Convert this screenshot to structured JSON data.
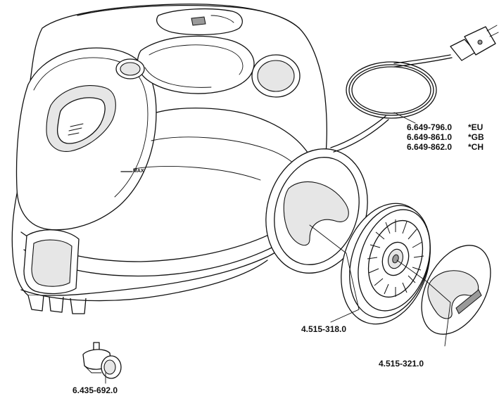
{
  "labels": {
    "power_cord_part": "6.649-796.0",
    "power_cord_region": "*EU",
    "power_cord_part_gb": "6.649-861.0",
    "power_cord_region_gb": "*GB",
    "power_cord_part_ch": "6.649-862.0",
    "power_cord_region_ch": "*CH",
    "wheel_part": "4.515-318.0",
    "hubcap_part": "4.515-321.0",
    "caster_part": "6.435-692.0",
    "max_mark": "MAX"
  }
}
